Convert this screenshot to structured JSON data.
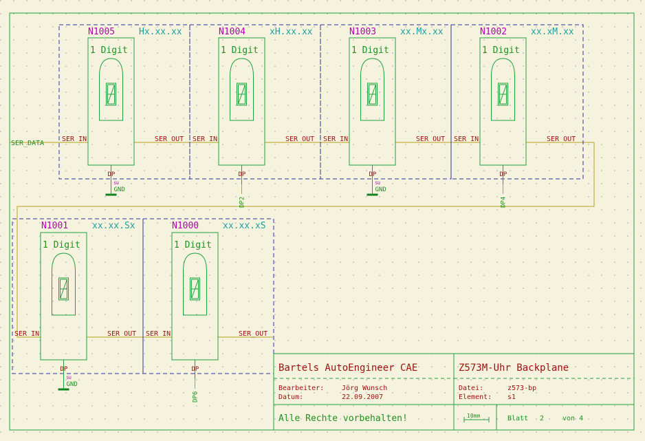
{
  "sheet": {
    "colors": {
      "background": "#f5f3de",
      "grid_dot": "#9aa0b8",
      "frame": "#20a040",
      "component": "#20a040",
      "wire": "#b8a020",
      "dashed_box": "#3030a0",
      "ref_text": "#b000b0",
      "value_text": "#20a0a0",
      "net_text": "#209020",
      "pin_text": "#a01010"
    }
  },
  "components": [
    {
      "ref": "N1005",
      "value": "Hx.xx.xx",
      "body": "1 Digit",
      "ser_in": "SER IN",
      "ser_out": "SER OUT",
      "dp_pin": "DP",
      "dp_net": "GND",
      "dp_net_small": "SU"
    },
    {
      "ref": "N1004",
      "value": "xH.xx.xx",
      "body": "1 Digit",
      "ser_in": "SER IN",
      "ser_out": "SER OUT",
      "dp_pin": "DP",
      "dp_net": "DP2",
      "dp_net_small": ""
    },
    {
      "ref": "N1003",
      "value": "xx.Mx.xx",
      "body": "1 Digit",
      "ser_in": "SER IN",
      "ser_out": "SER OUT",
      "dp_pin": "DP",
      "dp_net": "GND",
      "dp_net_small": "SU"
    },
    {
      "ref": "N1002",
      "value": "xx.xM.xx",
      "body": "1 Digit",
      "ser_in": "SER IN",
      "ser_out": "SER OUT",
      "dp_pin": "DP",
      "dp_net": "DP4",
      "dp_net_small": ""
    },
    {
      "ref": "N1001",
      "value": "xx.xx.Sx",
      "body": "1 Digit",
      "ser_in": "SER IN",
      "ser_out": "SER OUT",
      "dp_pin": "DP",
      "dp_net": "GND",
      "dp_net_small": "SU"
    },
    {
      "ref": "N1000",
      "value": "xx.xx.xS",
      "body": "1 Digit",
      "ser_in": "SER IN",
      "ser_out": "SER_OUT",
      "dp_pin": "DP",
      "dp_net": "DP6",
      "dp_net_small": ""
    }
  ],
  "nets": {
    "input_label": "SER_DATA"
  },
  "title_block": {
    "company": "Bartels AutoEngineer CAE",
    "project": "Z573M-Uhr Backplane",
    "editor_label": "Bearbeiter:",
    "editor_value": "Jörg Wunsch",
    "date_label": "Datum:",
    "date_value": "22.09.2007",
    "file_label": "Datei:",
    "file_value": "z573-bp",
    "element_label": "Element:",
    "element_value": "s1",
    "rights": "Alle Rechte vorbehalten!",
    "scale": "10mm",
    "sheet_label": "Blatt",
    "sheet_number": "2",
    "sheet_of": "von 4"
  }
}
